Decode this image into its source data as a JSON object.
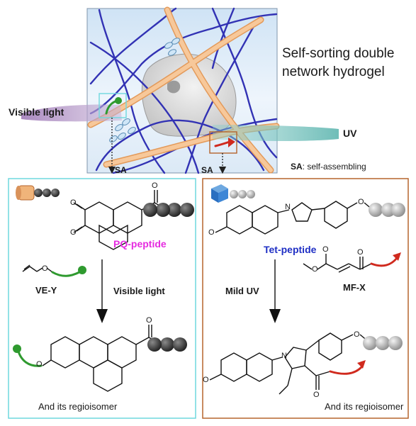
{
  "title": {
    "line1": "Self-sorting double",
    "line2": "network hydrogel"
  },
  "inputs": {
    "visible_light": "Visible light",
    "uv": "UV"
  },
  "sa_note": {
    "abbr": "SA",
    "text": ": self-assembling"
  },
  "arrows": {
    "left_sa": "SA",
    "right_sa": "SA"
  },
  "left_panel": {
    "reagent": "PQ-peptide",
    "partner": "VE-Y",
    "condition": "Visible light",
    "product": "And its regioisomer",
    "border_color": "#6fd8de",
    "reagent_color": "#e52ce0"
  },
  "right_panel": {
    "reagent": "Tet-peptide",
    "partner": "MF-X",
    "condition": "Mild UV",
    "product": "And its regioisomer",
    "border_color": "#b5652d",
    "reagent_color": "#1f2fc4"
  },
  "atoms": {
    "oxygen": "O",
    "nitrogen": "N"
  },
  "colors": {
    "network_blue": "#3232b4",
    "fiber_orange": "#f0b47a",
    "green_tag": "#2f9a2f",
    "red_tag": "#d02a1e",
    "peptide_dark": "#3a3a3a",
    "peptide_light": "#b8b8b8"
  }
}
